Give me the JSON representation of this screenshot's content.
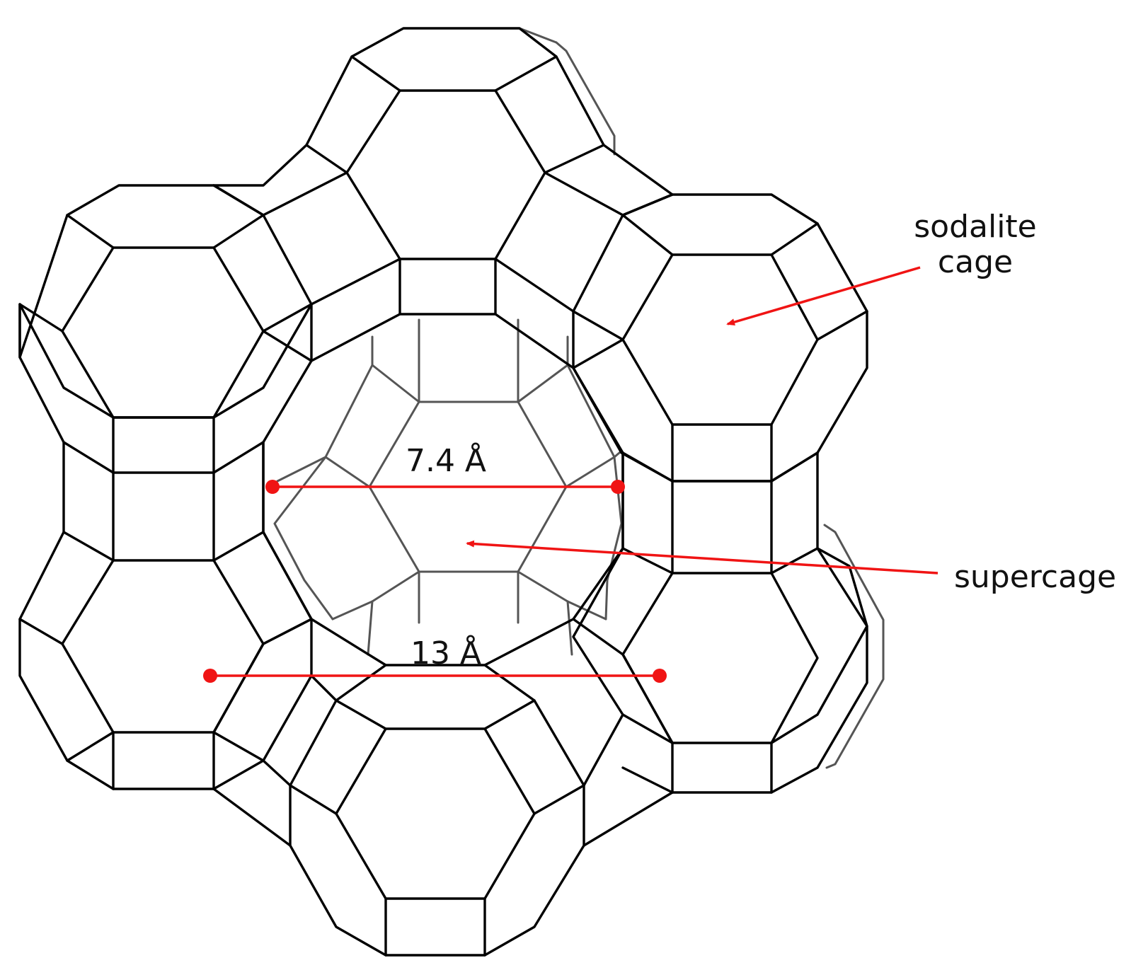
{
  "labels": {
    "sodalite_line1": "sodalite",
    "sodalite_line2": "cage",
    "supercage": "supercage",
    "dim_window": "7.4 Å",
    "dim_supercage": "13 Å"
  },
  "colors": {
    "annotation": "#f01414",
    "framework_front": "#000000",
    "framework_back": "#555555",
    "background": "#ffffff"
  }
}
